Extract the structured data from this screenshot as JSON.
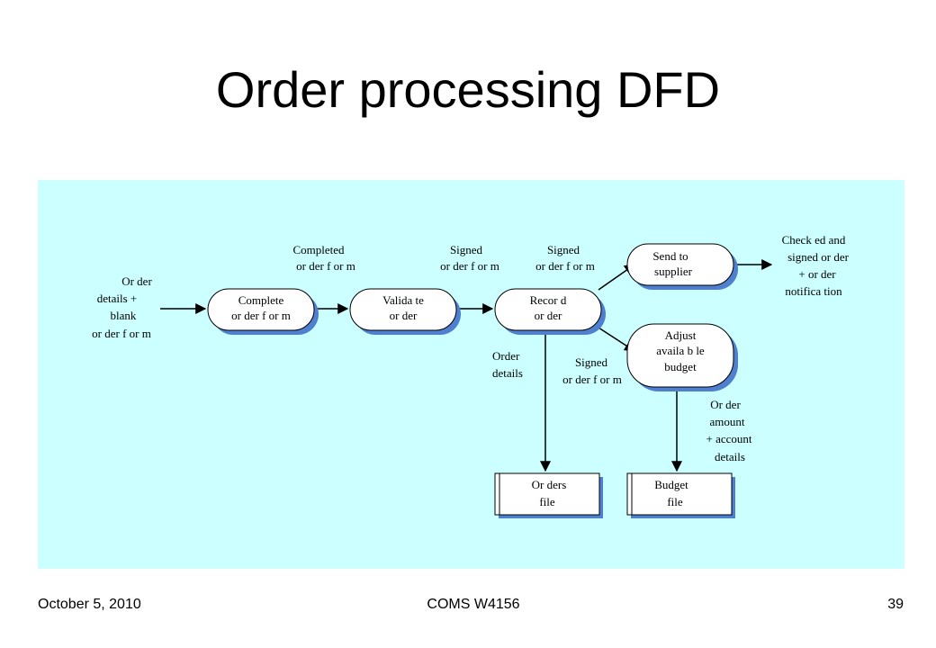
{
  "slide": {
    "title": "Order processing DFD",
    "footer_date": "October 5, 2010",
    "footer_course": "COMS W4156",
    "page_number": "39"
  },
  "colors": {
    "panel_bg": "#ccffff",
    "node_fill": "#ffffff",
    "node_shadow": "#4f7fcf",
    "line": "#000000"
  },
  "diagram": {
    "processes": {
      "complete": [
        "Complete",
        "or der f or m"
      ],
      "validate": [
        "Valida  te",
        "or der"
      ],
      "record": [
        "Recor  d",
        "or der"
      ],
      "send": [
        "Send to",
        "supplier"
      ],
      "adjust": [
        "Adjust",
        "availa b le",
        "budget"
      ]
    },
    "stores": {
      "orders": [
        "Or ders",
        "file"
      ],
      "budget": [
        "Budget",
        "file"
      ]
    },
    "flows": {
      "input": [
        "Or der",
        "details +",
        "blank",
        "or der f or m"
      ],
      "completed": [
        "Completed",
        "or der f or m"
      ],
      "signed_1": [
        "Signed",
        "or der f or m"
      ],
      "signed_2": [
        "Signed",
        "or der f or m"
      ],
      "checked": [
        "Check ed and",
        "signed or     der",
        "+ or  der",
        "notifica   tion"
      ],
      "order_details": [
        "Order",
        "details"
      ],
      "signed_3": [
        "Signed",
        "or der f or m"
      ],
      "order_amount": [
        "Or der",
        "amount",
        "+ account",
        "details"
      ]
    }
  }
}
